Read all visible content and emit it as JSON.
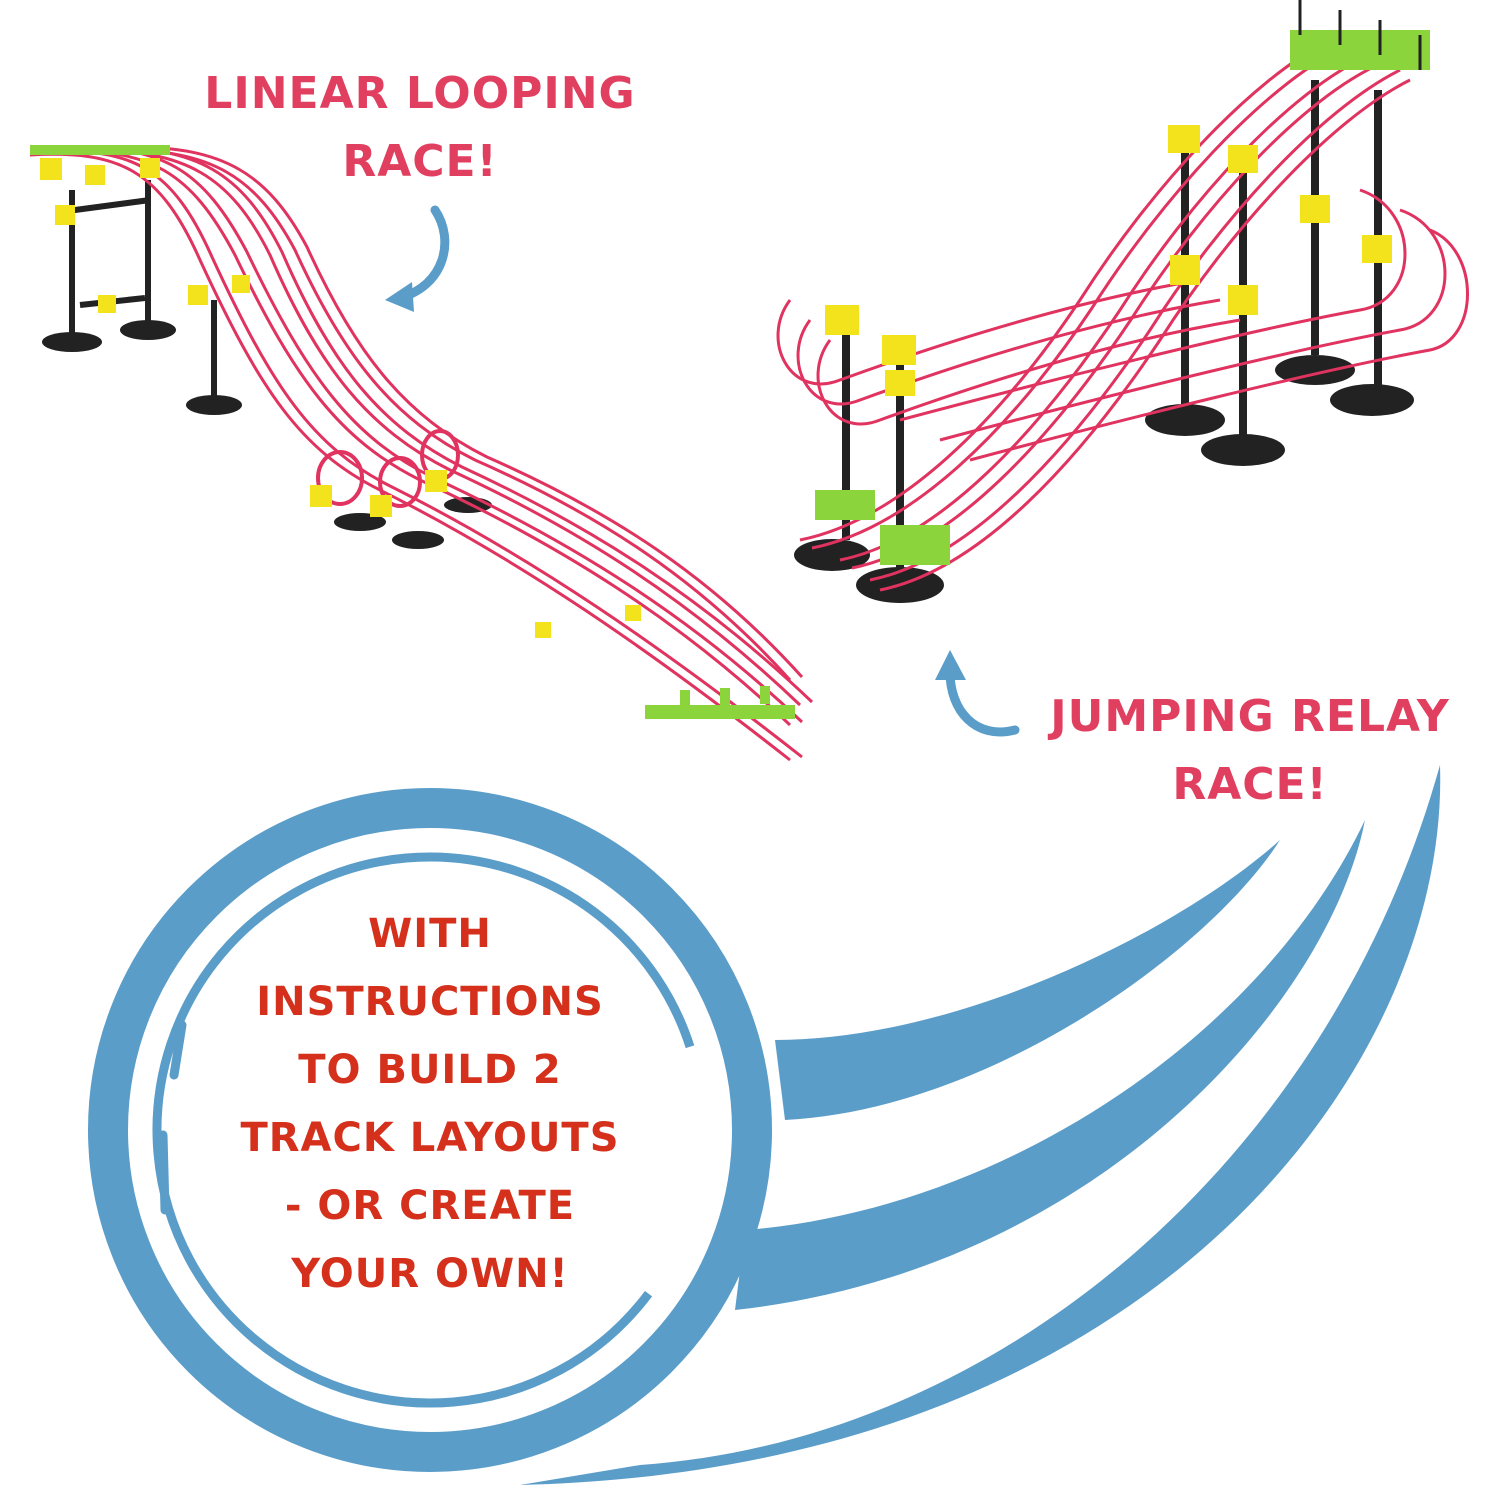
{
  "colors": {
    "headline_pink": "#e03f5f",
    "body_red": "#d4301c",
    "accent_blue": "#5b9dc9",
    "track_pink": "#e0335f",
    "connector_yellow": "#f2e31c",
    "connector_green": "#8bd43c",
    "base_black": "#222222"
  },
  "labels": {
    "linear": [
      "LINEAR LOOPING",
      "RACE!"
    ],
    "jumping": [
      "JUMPING RELAY",
      "RACE!"
    ],
    "instructions": [
      "WITH",
      "INSTRUCTIONS",
      "TO BUILD 2",
      "TRACK LAYOUTS",
      "- OR CREATE",
      "YOUR OWN!"
    ]
  },
  "icons": [
    "curved-arrow-icon",
    "speed-ring-icon"
  ]
}
